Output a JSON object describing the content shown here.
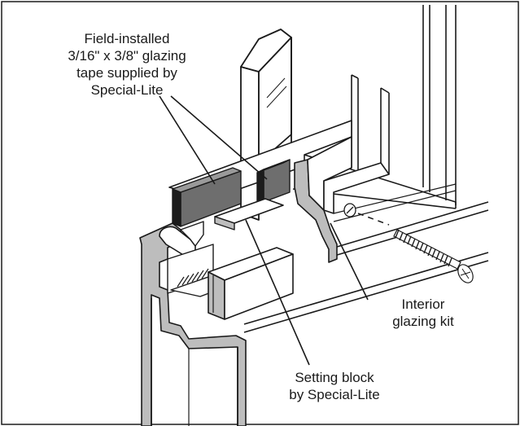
{
  "callouts": {
    "glazing_tape": {
      "lines": [
        "Field-installed",
        "3/16\" x 3/8\" glazing",
        "tape supplied by",
        "Special-Lite"
      ]
    },
    "interior_kit": {
      "lines": [
        "Interior",
        "glazing kit"
      ]
    },
    "setting_block": {
      "lines": [
        "Setting block",
        "by Special-Lite"
      ]
    }
  },
  "colors": {
    "line": "#1a1a1a",
    "tape": "#6e6e6e",
    "tape_edge": "#1c1c1c",
    "section": "#bdbdbd",
    "face": "#ffffff"
  }
}
